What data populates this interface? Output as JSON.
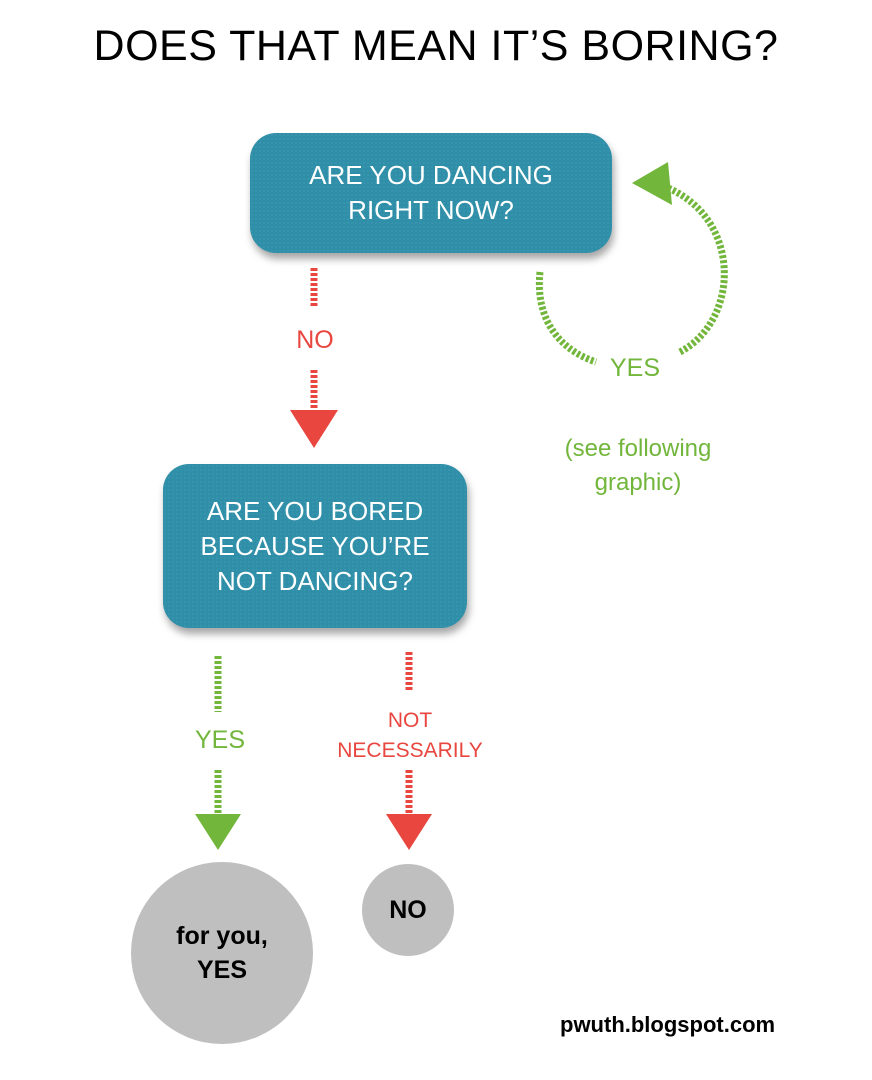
{
  "title": "DOES THAT MEAN IT’S BORING?",
  "nodes": {
    "q1": "ARE YOU DANCING\nRIGHT NOW?",
    "q2": "ARE YOU BORED\nBECAUSE YOU’RE\nNOT DANCING?",
    "end_yes": "for you,\nYES",
    "end_no": "NO"
  },
  "edges": {
    "q1_no": "NO",
    "q1_yes": "YES",
    "q1_yes_note": "(see following\ngraphic)",
    "q2_yes": "YES",
    "q2_not_necessarily": "NOT\nNECESSARILY"
  },
  "credit": "pwuth.blogspot.com",
  "colors": {
    "box": "#2f8fa8",
    "no_arrow": "#e8463f",
    "yes_arrow": "#72b63c",
    "end_circle": "#bfbfbf"
  }
}
